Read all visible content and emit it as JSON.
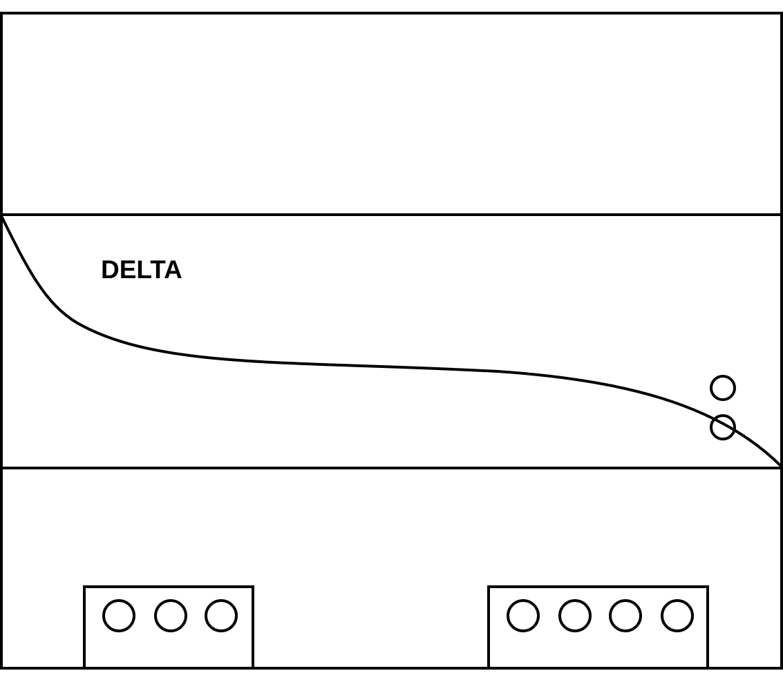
{
  "device": {
    "brand": "DELTA",
    "indicator_leds": 2,
    "terminal_blocks": [
      {
        "name": "input-terminal-block",
        "terminals": 3
      },
      {
        "name": "output-terminal-block",
        "terminals": 4
      }
    ]
  }
}
